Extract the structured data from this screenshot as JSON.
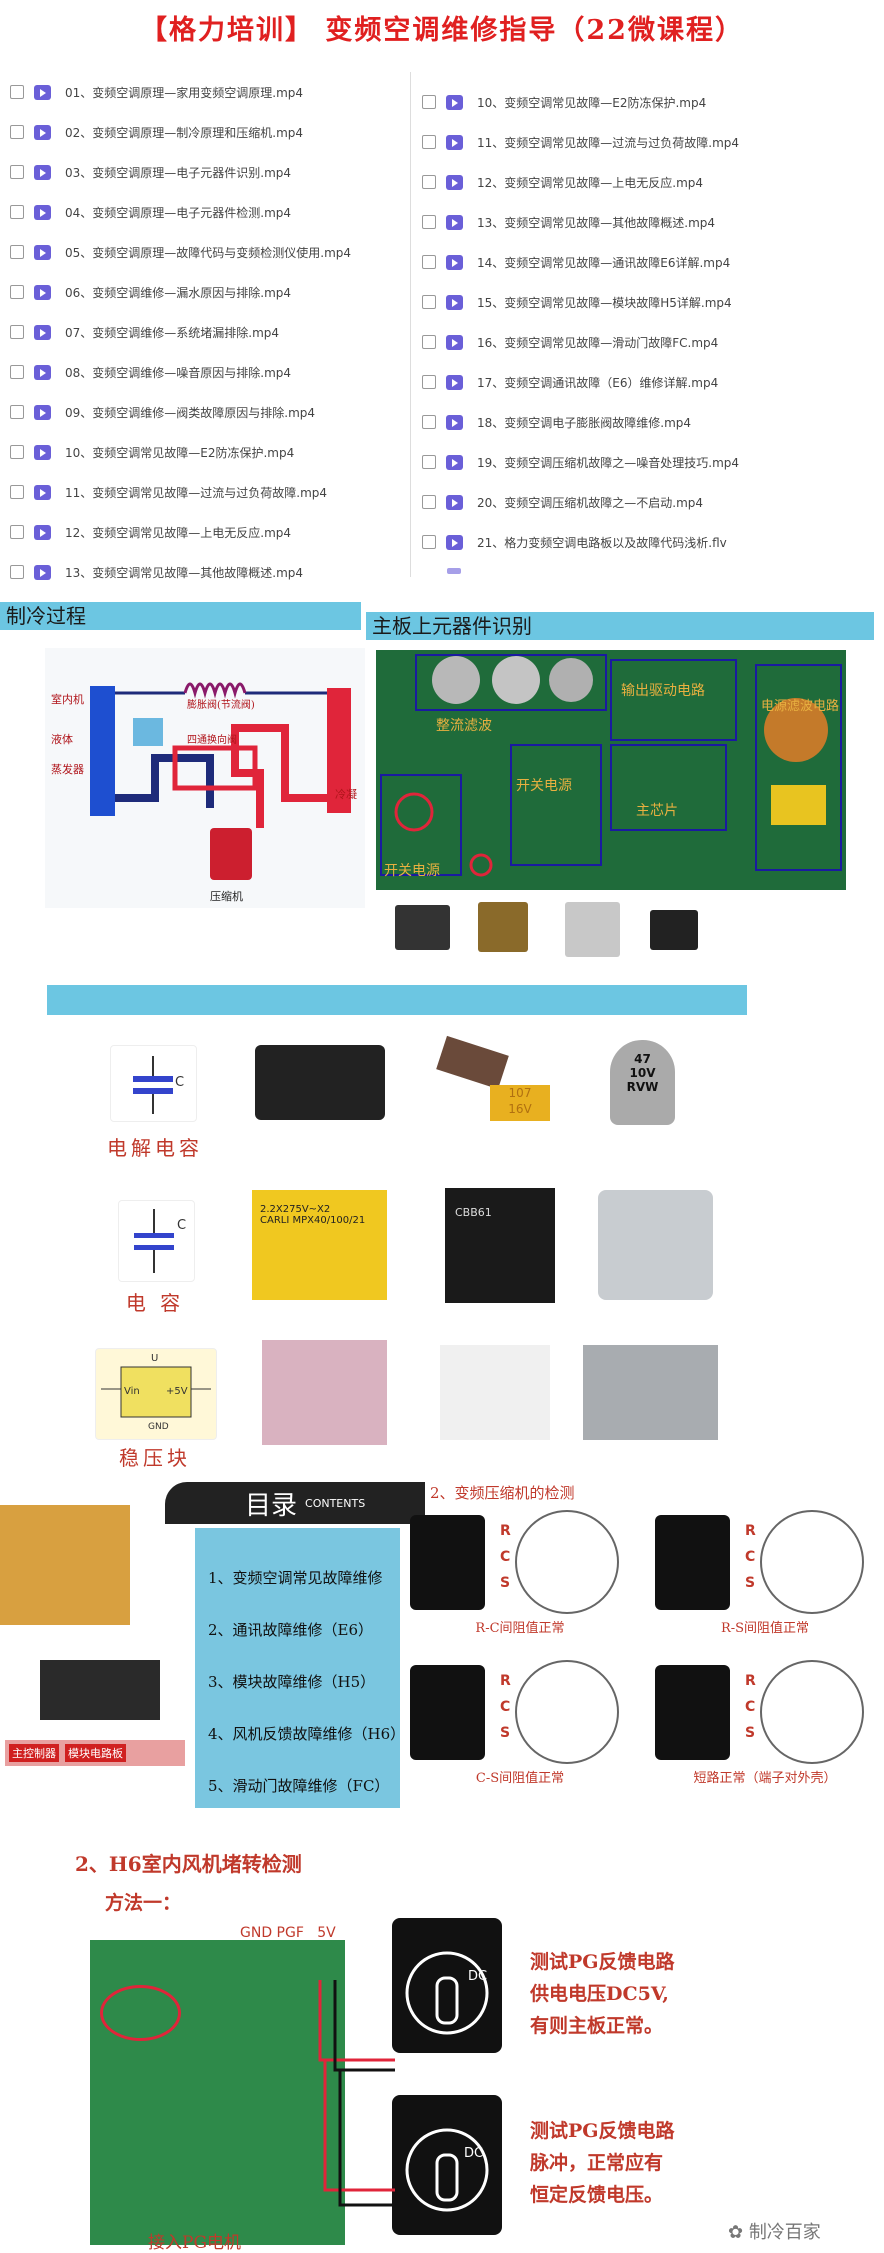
{
  "title": "【格力培训】 变频空调维修指导（22微课程）",
  "files_left": [
    "01、变频空调原理—家用变频空调原理.mp4",
    "02、变频空调原理—制冷原理和压缩机.mp4",
    "03、变频空调原理—电子元器件识别.mp4",
    "04、变频空调原理—电子元器件检测.mp4",
    "05、变频空调原理—故障代码与变频检测仪使用.mp4",
    "06、变频空调维修—漏水原因与排除.mp4",
    "07、变频空调维修—系统堵漏排除.mp4",
    "08、变频空调维修—噪音原因与排除.mp4",
    "09、变频空调维修—阀类故障原因与排除.mp4",
    "10、变频空调常见故障—E2防冻保护.mp4",
    "11、变频空调常见故障—过流与过负荷故障.mp4",
    "12、变频空调常见故障—上电无反应.mp4",
    "13、变频空调常见故障—其他故障概述.mp4"
  ],
  "files_right": [
    "10、变频空调常见故障—E2防冻保护.mp4",
    "11、变频空调常见故障—过流与过负荷故障.mp4",
    "12、变频空调常见故障—上电无反应.mp4",
    "13、变频空调常见故障—其他故障概述.mp4",
    "14、变频空调常见故障—通讯故障E6详解.mp4",
    "15、变频空调常见故障—模块故障H5详解.mp4",
    "16、变频空调常见故障—滑动门故障FC.mp4",
    "17、变频空调通讯故障（E6）维修详解.mp4",
    "18、变频空调电子膨胀阀故障维修.mp4",
    "19、变频空调压缩机故障之—噪音处理技巧.mp4",
    "20、变频空调压缩机故障之—不启动.mp4",
    "21、格力变频空调电路板以及故障代码浅析.flv"
  ],
  "refrigeration": {
    "banner": "制冷过程",
    "labels": {
      "indoor": "室内机",
      "evaporator": "蒸发器",
      "liquid": "液体",
      "expansion": "膨胀阀(节流阀)",
      "four_way": "四通换向阀",
      "condenser": "冷凝",
      "compressor": "压缩机"
    }
  },
  "mainboard": {
    "banner": "主板上元器件识别",
    "labels": [
      "整流滤波",
      "输出驱动电路",
      "电源滤波电路",
      "开关电源",
      "主芯片",
      "开关电源"
    ]
  },
  "components": {
    "electrolytic": "电解电容",
    "capacitor": "电 容",
    "regulator": "稳压块",
    "reg_text": {
      "u": "U",
      "vin": "Vin",
      "gnd": "GND",
      "out": "+5V"
    },
    "cap_marks": {
      "c1": "C",
      "c2": "C"
    },
    "chip_text": {
      "smd": "107\n16V",
      "can": "47\n10V\nRVW",
      "xcap": "2.2X275V~X2\nCARLI MPX40/100/21",
      "cbb": "CBB61"
    }
  },
  "contents": {
    "heading": "目录",
    "sub": "CONTENTS",
    "items": [
      "1、变频空调常见故障维修",
      "2、通讯故障维修（E6）",
      "3、模块故障维修（H5）",
      "4、风机反馈故障维修（H6）",
      "5、滑动门故障维修（FC）"
    ],
    "tags": [
      "主控制器",
      "模块电路板"
    ]
  },
  "compressor_test": {
    "title": "2、变频压缩机的检测",
    "captions": [
      "R-C间阻值正常",
      "R-S间阻值正常",
      "C-S间阻值正常",
      "短路正常（端子对外壳）"
    ],
    "terminals": [
      "R",
      "C",
      "S"
    ]
  },
  "h6": {
    "title": "2、H6室内风机堵转检测",
    "method": "方法一：",
    "pins": "GND PGF   5V",
    "meter_label": "DC",
    "text1": [
      "测试PG反馈电路",
      "供电电压DC5V,",
      "有则主板正常。"
    ],
    "text2": [
      "测试PG反馈电路",
      "脉冲，正常应有",
      "恒定反馈电压。"
    ],
    "bottom_label": "接入PG电机",
    "watermark": "制冷百家"
  },
  "colors": {
    "accent_red": "#e02020",
    "banner_blue": "#6cc6e2",
    "video_icon": "#6a5fd8"
  }
}
